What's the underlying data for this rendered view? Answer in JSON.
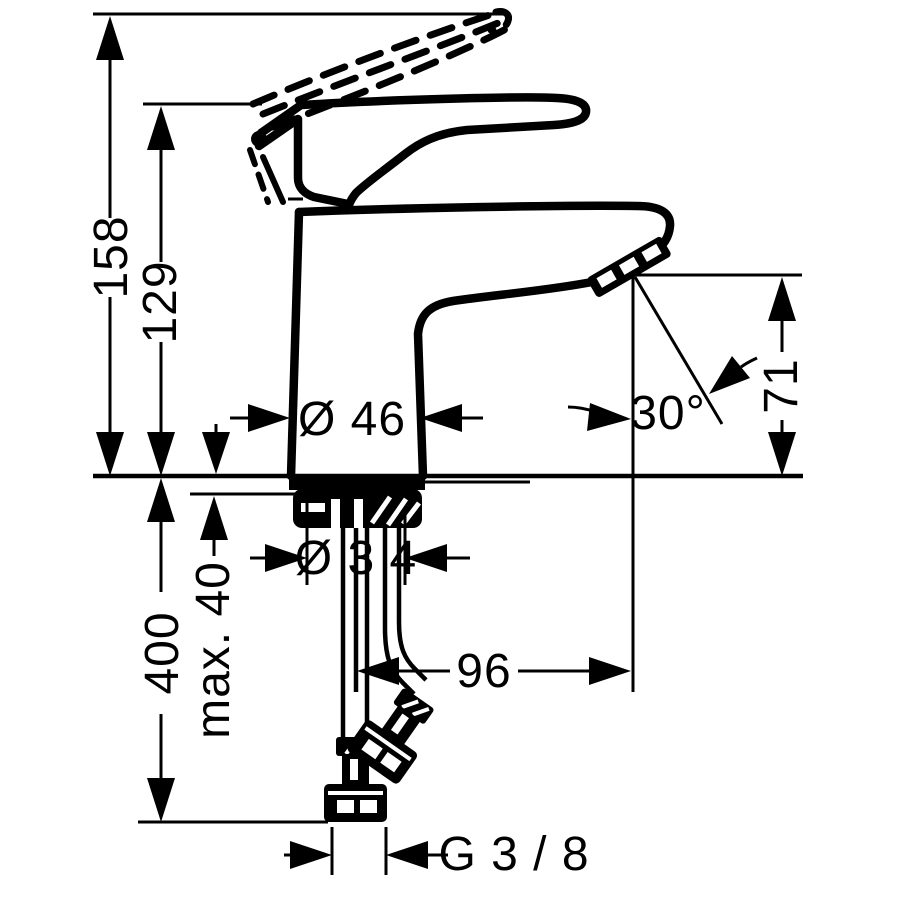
{
  "drawing": {
    "dimensions": {
      "height_to_raised_handle": "158",
      "height_to_handle": "129",
      "body_base_diameter": "Ø 46",
      "spout_angle": "30°",
      "spout_outlet_height": "71",
      "shank_diameter": "Ø 3 4",
      "max_deck_thickness": "max. 40",
      "hose_length": "400",
      "outlet_projection": "96",
      "hose_connection_thread": "G 3 / 8"
    }
  }
}
